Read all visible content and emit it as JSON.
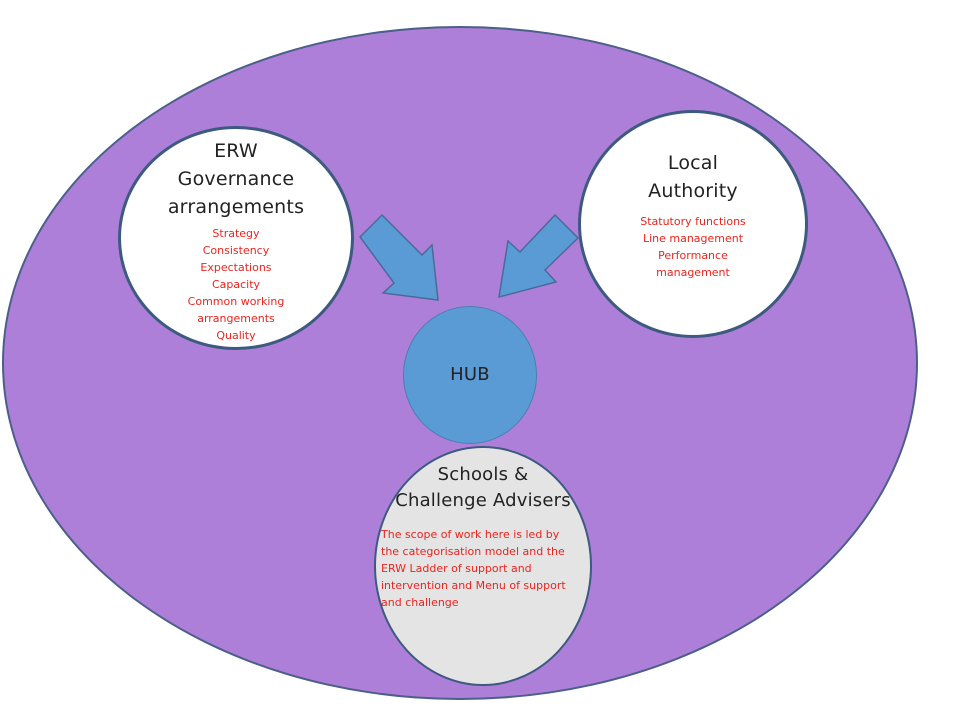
{
  "erw": {
    "title_lines": [
      "ERW",
      "Governance",
      "arrangements"
    ],
    "items": [
      "Strategy",
      "Consistency",
      "Expectations",
      "Capacity",
      "Common working",
      "arrangements",
      "Quality"
    ]
  },
  "local_authority": {
    "title_lines": [
      "Local",
      "Authority"
    ],
    "items": [
      "Statutory functions",
      "Line management",
      "Performance",
      "management"
    ]
  },
  "hub": {
    "title": "HUB"
  },
  "schools": {
    "title_lines": [
      "Schools &",
      "Challenge Advisers"
    ],
    "description_lines": [
      "The scope of work here is led by",
      "the categorisation model and the",
      "ERW Ladder of support and",
      "intervention  and Menu of support",
      "and challenge"
    ]
  },
  "colors": {
    "background_ellipse": "#ae7fd9",
    "hub": "#5b9bd5",
    "arrow": "#5b9bd5",
    "accent_text": "#e8251f"
  }
}
